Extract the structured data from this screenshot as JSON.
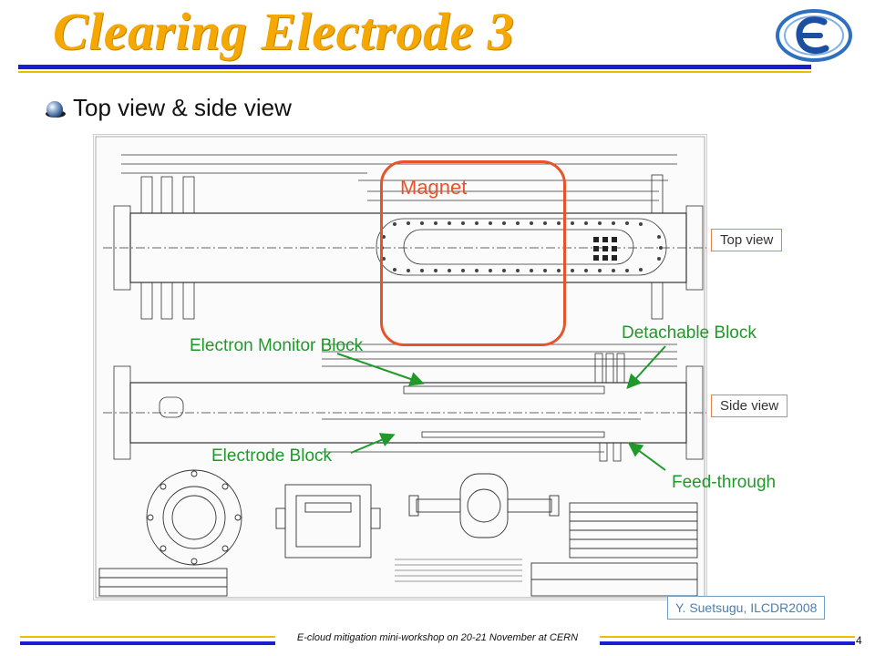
{
  "slide": {
    "title": "Clearing Electrode 3",
    "bullet": "Top view & side view"
  },
  "annotations": {
    "magnet": "Magnet",
    "top_view": "Top view",
    "side_view": "Side view",
    "detachable_block": "Detachable Block",
    "electron_monitor_block": "Electron Monitor Block",
    "electrode_block": "Electrode Block",
    "feed_through": "Feed-through"
  },
  "credit": "Y. Suetsugu, ILCDR2008",
  "footer": {
    "text": "E-cloud mitigation mini-workshop on 20-21 November at CERN",
    "page": "4"
  },
  "colors": {
    "title": "#f5a800",
    "title_bar": "#1c1cd0",
    "accent_gold": "#e8c000",
    "magnet_outline": "#e8542a",
    "callout_green": "#1f9a2a",
    "label_border": "#e8804a",
    "credit": "#4a7fb0"
  },
  "icons": [
    "logo-emblem-icon",
    "bullet-sphere-icon"
  ]
}
